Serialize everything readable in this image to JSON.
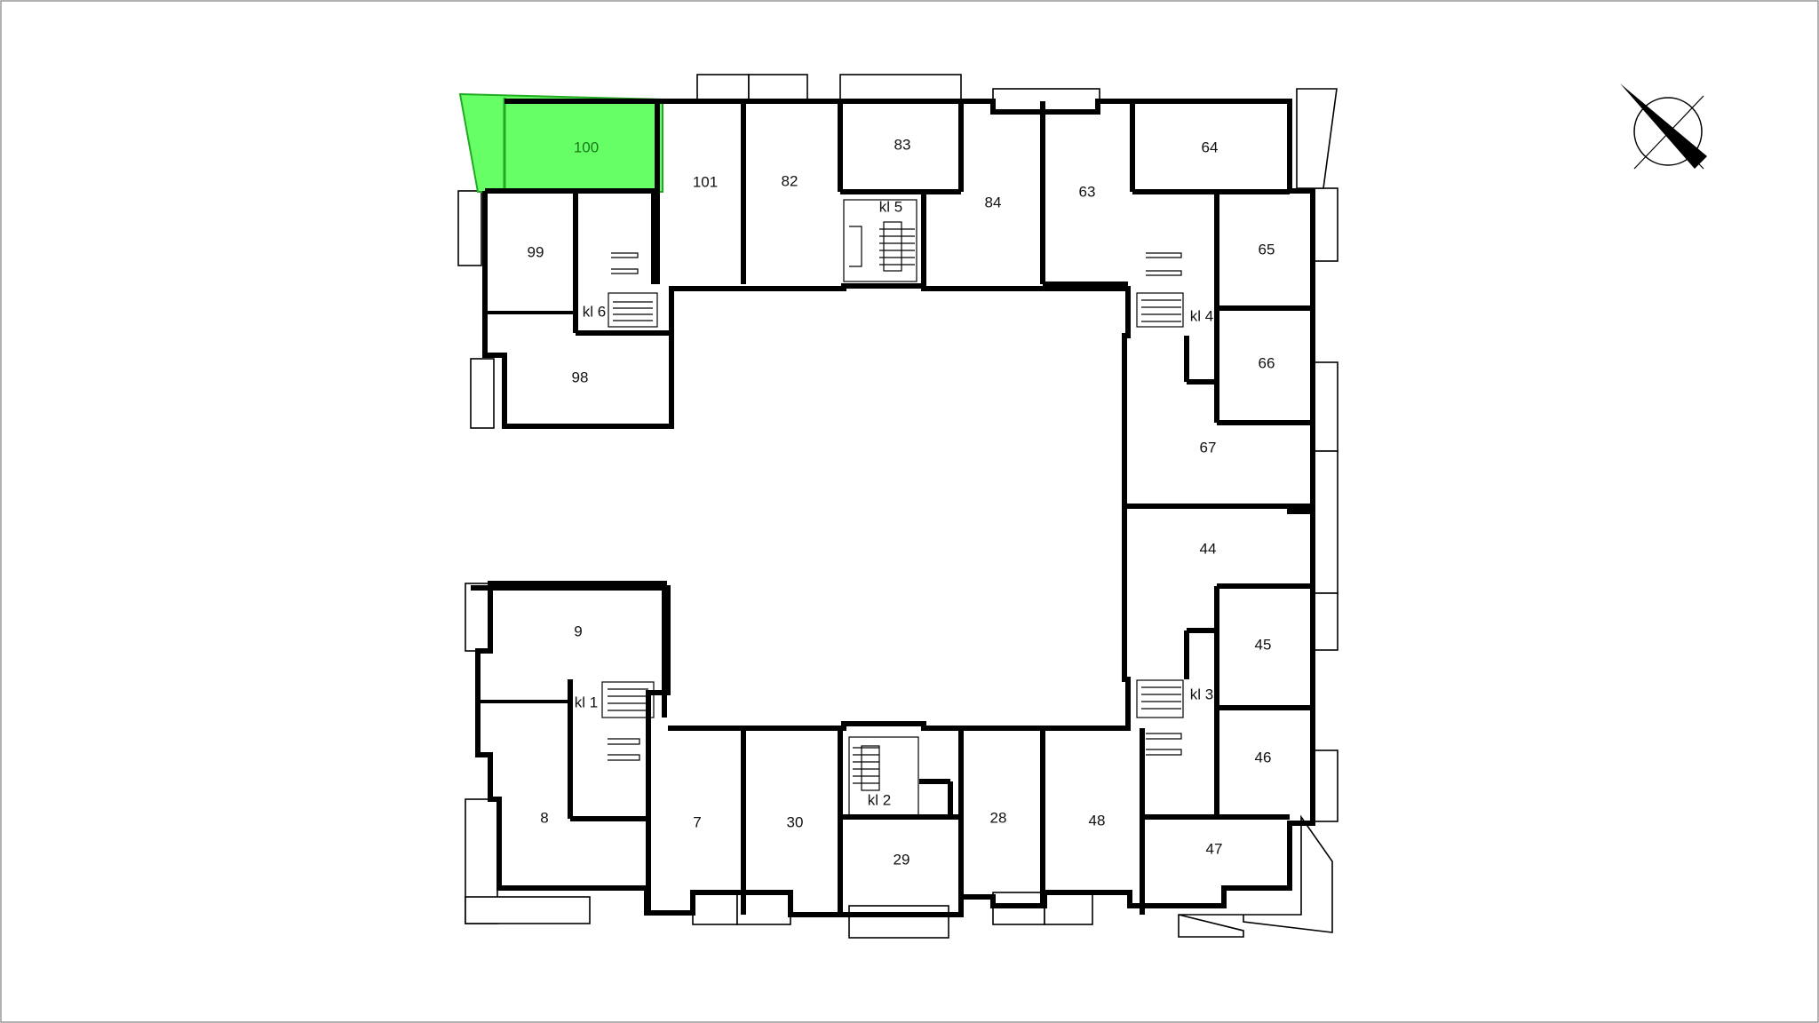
{
  "plan": {
    "selected_unit": "100",
    "selected_color": "#66ff66",
    "units": [
      {
        "id": "100"
      },
      {
        "id": "101"
      },
      {
        "id": "82"
      },
      {
        "id": "83"
      },
      {
        "id": "84"
      },
      {
        "id": "63"
      },
      {
        "id": "64"
      },
      {
        "id": "99"
      },
      {
        "id": "98"
      },
      {
        "id": "65"
      },
      {
        "id": "66"
      },
      {
        "id": "67"
      },
      {
        "id": "44"
      },
      {
        "id": "45"
      },
      {
        "id": "46"
      },
      {
        "id": "47"
      },
      {
        "id": "48"
      },
      {
        "id": "28"
      },
      {
        "id": "29"
      },
      {
        "id": "30"
      },
      {
        "id": "7"
      },
      {
        "id": "8"
      },
      {
        "id": "9"
      }
    ],
    "staircases": [
      "kl 1",
      "kl 2",
      "kl 3",
      "kl 4",
      "kl 5",
      "kl 6"
    ]
  },
  "compass": {
    "icon": "compass-north-arrow-icon"
  }
}
